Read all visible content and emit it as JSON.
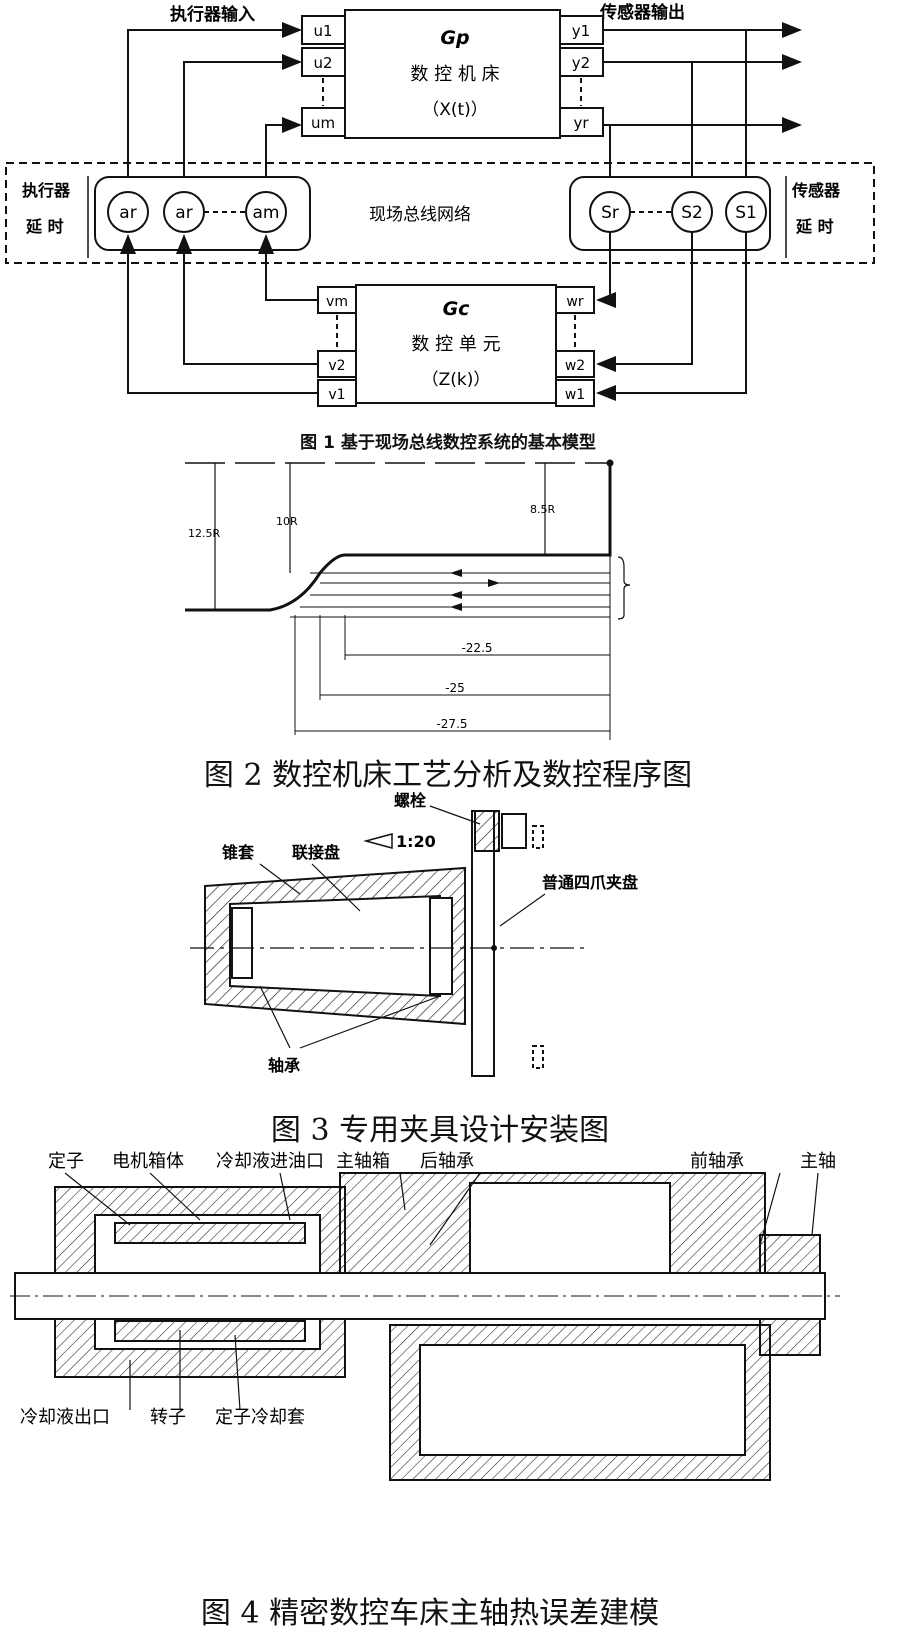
{
  "figure1": {
    "actuator_input": "执行器输入",
    "sensor_output": "传感器输出",
    "gp_title": "Gp",
    "gp_name": "数 控 机 床",
    "gp_func": "（X(t)）",
    "gc_title": "Gc",
    "gc_name": "数 控 单 元",
    "gc_func": "（Z(k)）",
    "in_ports": [
      "u1",
      "u2",
      "um"
    ],
    "out_ports": [
      "y1",
      "y2",
      "yr"
    ],
    "actuators": [
      "ar",
      "ar",
      "am"
    ],
    "sensors": [
      "Sr",
      "S2",
      "S1"
    ],
    "v_ports": [
      "vm",
      "v2",
      "v1"
    ],
    "w_ports": [
      "wr",
      "w2",
      "w1"
    ],
    "actuator_delay": [
      "执行器",
      "延 时"
    ],
    "sensor_delay": [
      "传感器",
      "延 时"
    ],
    "network": "现场总线网络",
    "caption": "图 1  基于现场总线数控系统的基本模型"
  },
  "figure2": {
    "dims": [
      "12.5R",
      "10R",
      "8.5R",
      "-22.5",
      "-25",
      "-27.5"
    ],
    "caption": "图 2  数控机床工艺分析及数控程序图"
  },
  "figure3": {
    "bolt": "螺栓",
    "taper_sleeve": "锥套",
    "flange": "联接盘",
    "taper": "1:20",
    "chuck": "普通四爪夹盘",
    "bearing": "轴承",
    "caption": "图 3  专用夹具设计安装图"
  },
  "figure4": {
    "top_labels": [
      "定子",
      "电机箱体",
      "冷却液进油口",
      "主轴箱",
      "后轴承",
      "前轴承",
      "主轴"
    ],
    "bottom_labels": [
      "冷却液出口",
      "转子",
      "定子冷却套"
    ],
    "caption": "图 4  精密数控车床主轴热误差建模"
  }
}
